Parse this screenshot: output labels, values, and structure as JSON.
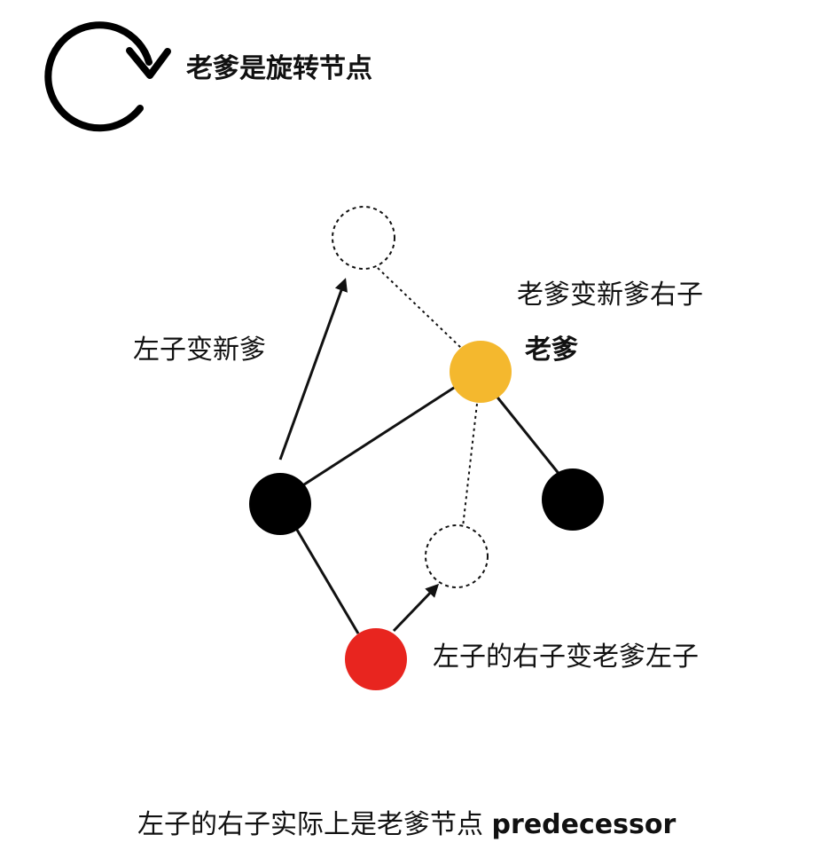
{
  "title": "老爹是旋转节点",
  "labels": {
    "old_parent_becomes_right_child": "老爹变新爹右子",
    "old_parent": "老爹",
    "left_child_becomes_new_parent": "左子变新爹",
    "left_right_becomes_old_parent_left": "左子的右子变老爹左子"
  },
  "caption": {
    "text": "左子的右子实际上是老爹节点",
    "term": "predecessor"
  },
  "colors": {
    "old_parent": "#f4b82e",
    "black_node": "#000000",
    "red_node": "#e8251f",
    "line": "#111111"
  },
  "icons": {
    "rotation": "rotate-clockwise-icon"
  }
}
